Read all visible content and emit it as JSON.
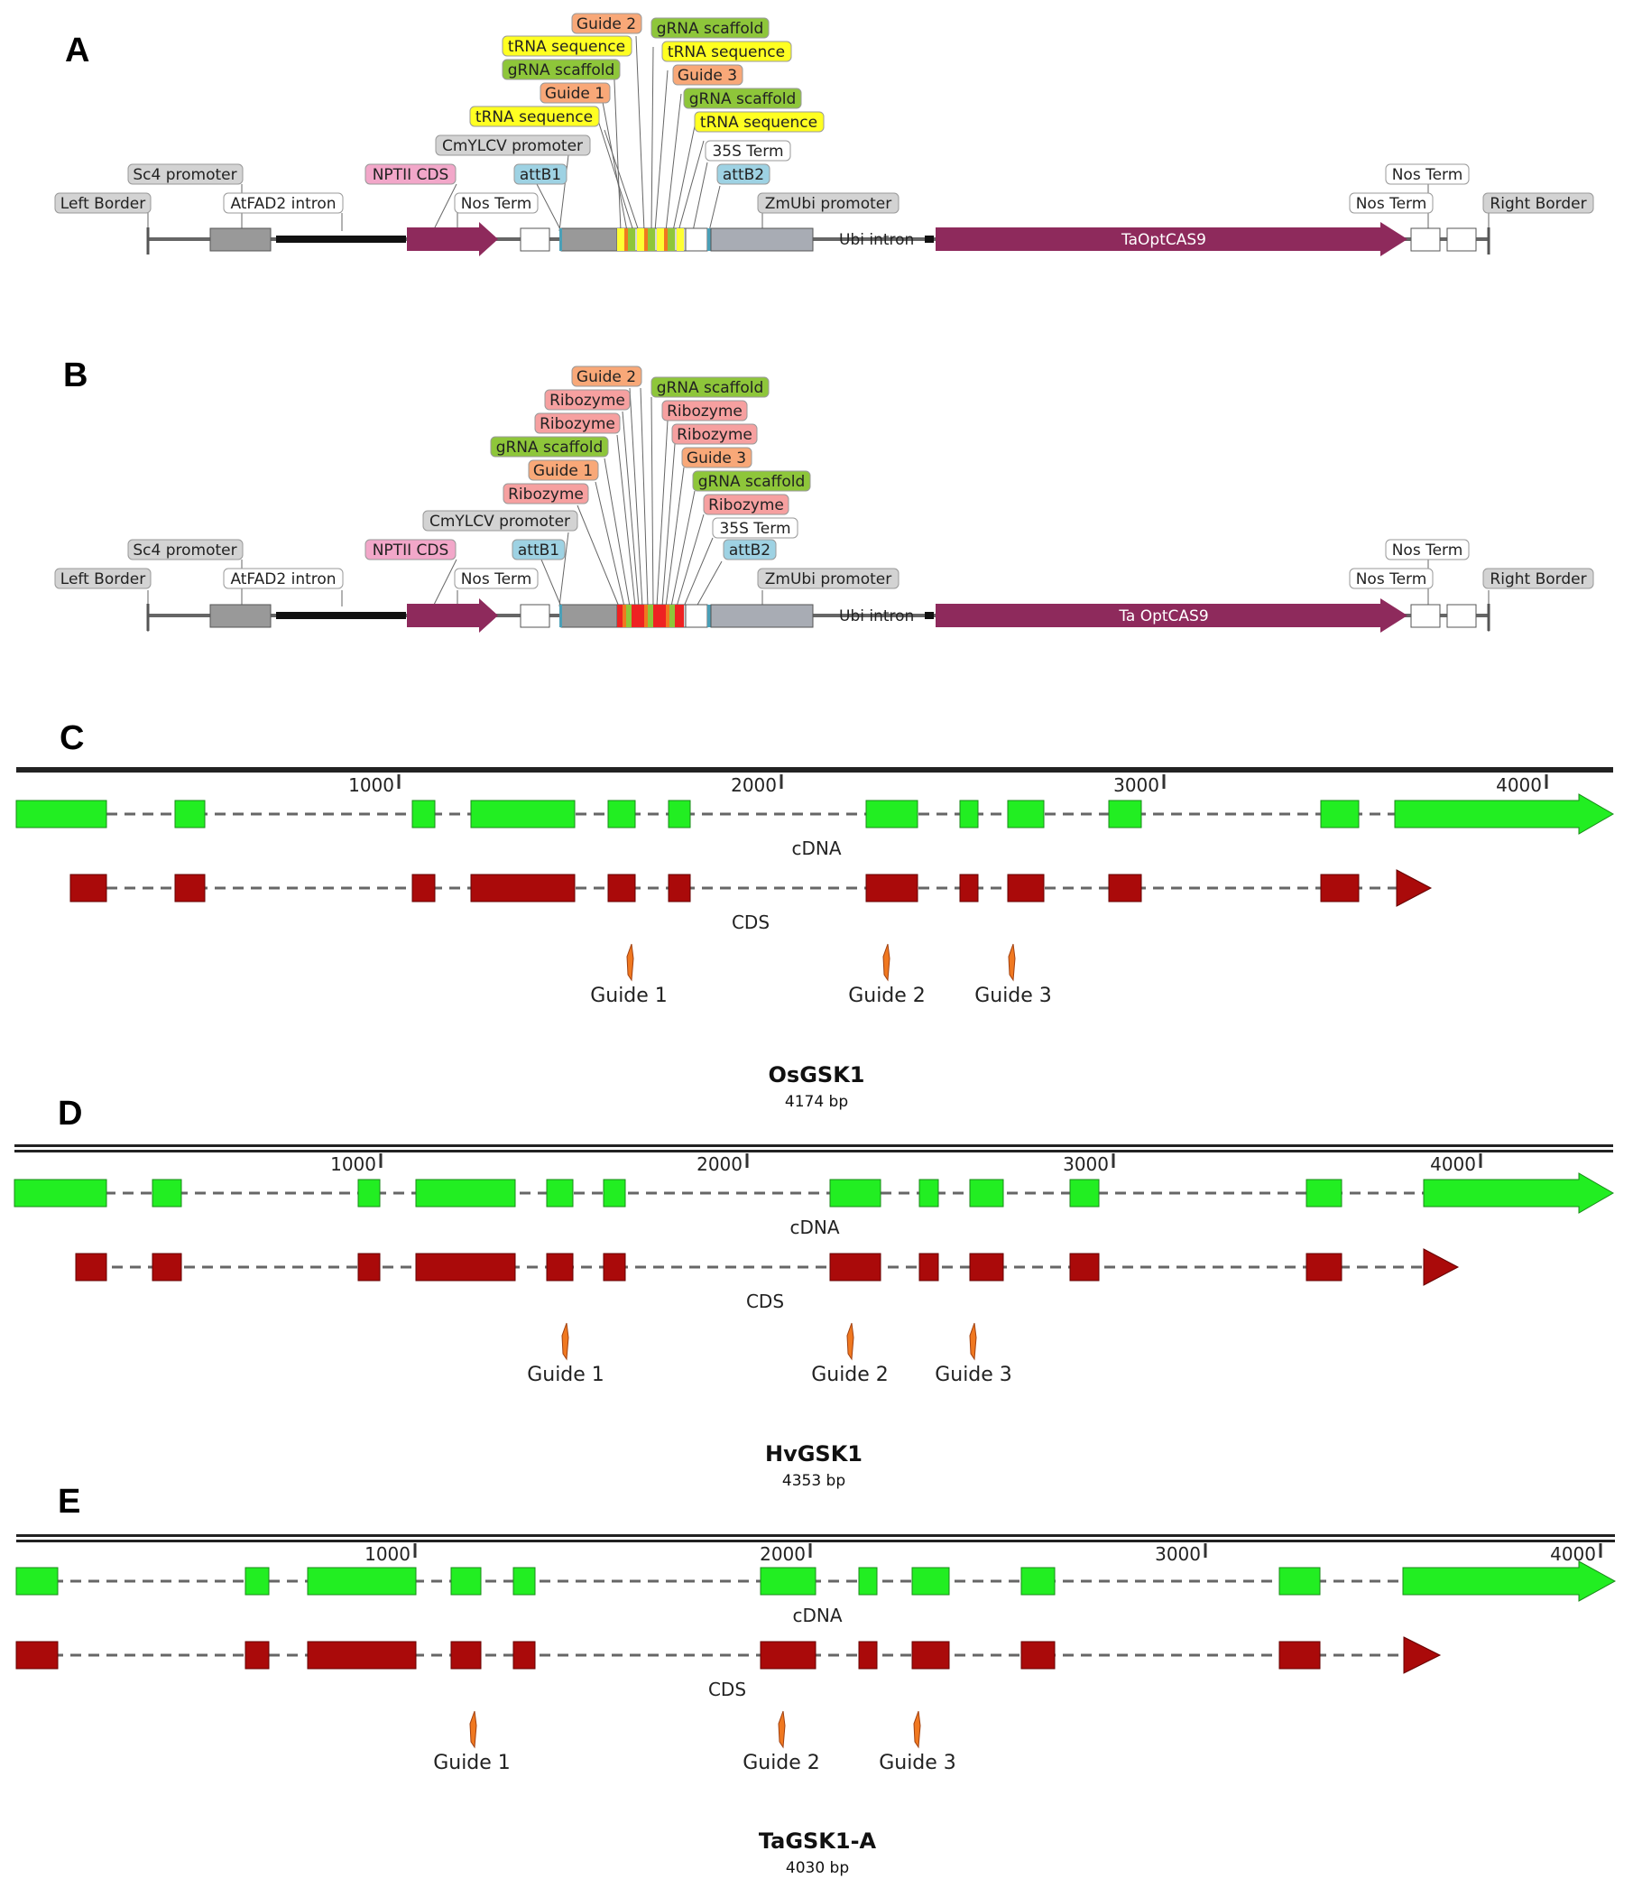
{
  "panels": {
    "a": "A",
    "b": "B",
    "c": "C",
    "d": "D",
    "e": "E"
  },
  "construct_a": {
    "labels": {
      "left_border": "Left Border",
      "sc4_promoter": "Sc4 promoter",
      "atfad2_intron": "AtFAD2 intron",
      "nptii_cds": "NPTII CDS",
      "nos_term_1": "Nos Term",
      "cmylcv_promoter": "CmYLCV promoter",
      "attb1": "attB1",
      "trna_1": "tRNA sequence",
      "guide_1": "Guide 1",
      "grna_1": "gRNA scaffold",
      "trna_2": "tRNA sequence",
      "guide_2": "Guide 2",
      "grna_2": "gRNA scaffold",
      "trna_3": "tRNA sequence",
      "guide_3": "Guide 3",
      "grna_3": "gRNA scaffold",
      "trna_4": "tRNA sequence",
      "term_35s": "35S Term",
      "attb2": "attB2",
      "zmubi_promoter": "ZmUbi promoter",
      "ubi_intron": "Ubi intron",
      "cas9": "TaOptCAS9",
      "nos_term_2": "Nos Term",
      "nos_term_3": "Nos Term",
      "right_border": "Right Border"
    }
  },
  "construct_b": {
    "labels": {
      "left_border": "Left Border",
      "sc4_promoter": "Sc4 promoter",
      "atfad2_intron": "AtFAD2 intron",
      "nptii_cds": "NPTII CDS",
      "nos_term_1": "Nos Term",
      "cmylcv_promoter": "CmYLCV promoter",
      "attb1": "attB1",
      "ribozyme_1": "Ribozyme",
      "guide_1": "Guide 1",
      "grna_1": "gRNA scaffold",
      "ribozyme_2": "Ribozyme",
      "ribozyme_3": "Ribozyme",
      "guide_2": "Guide 2",
      "grna_2": "gRNA scaffold",
      "ribozyme_4": "Ribozyme",
      "ribozyme_5": "Ribozyme",
      "guide_3": "Guide 3",
      "grna_3": "gRNA scaffold",
      "ribozyme_6": "Ribozyme",
      "term_35s": "35S Term",
      "attb2": "attB2",
      "zmubi_promoter": "ZmUbi promoter",
      "ubi_intron": "Ubi intron",
      "cas9": "Ta OptCAS9",
      "nos_term_2": "Nos Term",
      "nos_term_3": "Nos Term",
      "right_border": "Right Border"
    }
  },
  "genes": [
    {
      "name": "OsGSK1",
      "length": "4174 bp",
      "ticks": [
        "1000",
        "2000",
        "3000",
        "4000"
      ],
      "cdna_label": "cDNA",
      "cds_label": "CDS",
      "guides": [
        "Guide 1",
        "Guide 2",
        "Guide 3"
      ]
    },
    {
      "name": "HvGSK1",
      "length": "4353 bp",
      "ticks": [
        "1000",
        "2000",
        "3000",
        "4000"
      ],
      "cdna_label": "cDNA",
      "cds_label": "CDS",
      "guides": [
        "Guide 1",
        "Guide 2",
        "Guide 3"
      ]
    },
    {
      "name": "TaGSK1-A",
      "length": "4030 bp",
      "ticks": [
        "1000",
        "2000",
        "3000",
        "4000"
      ],
      "cdna_label": "cDNA",
      "cds_label": "CDS",
      "guides": [
        "Guide 1",
        "Guide 2",
        "Guide 3"
      ]
    }
  ],
  "colors": {
    "cdna": "#22ee22",
    "cds": "#aa0a0a",
    "guide": "#f07820",
    "cas9": "#8e2a5c",
    "trna": "#ffff33",
    "ribozyme": "#ee2222",
    "label_grey": "#d3d3d3",
    "label_pink": "#f2a7c9",
    "label_blue": "#9ed2e3",
    "label_yellow": "#ffff22",
    "label_green": "#8ec63a",
    "label_orange": "#f8a878",
    "label_salmon": "#f6a0a0"
  }
}
